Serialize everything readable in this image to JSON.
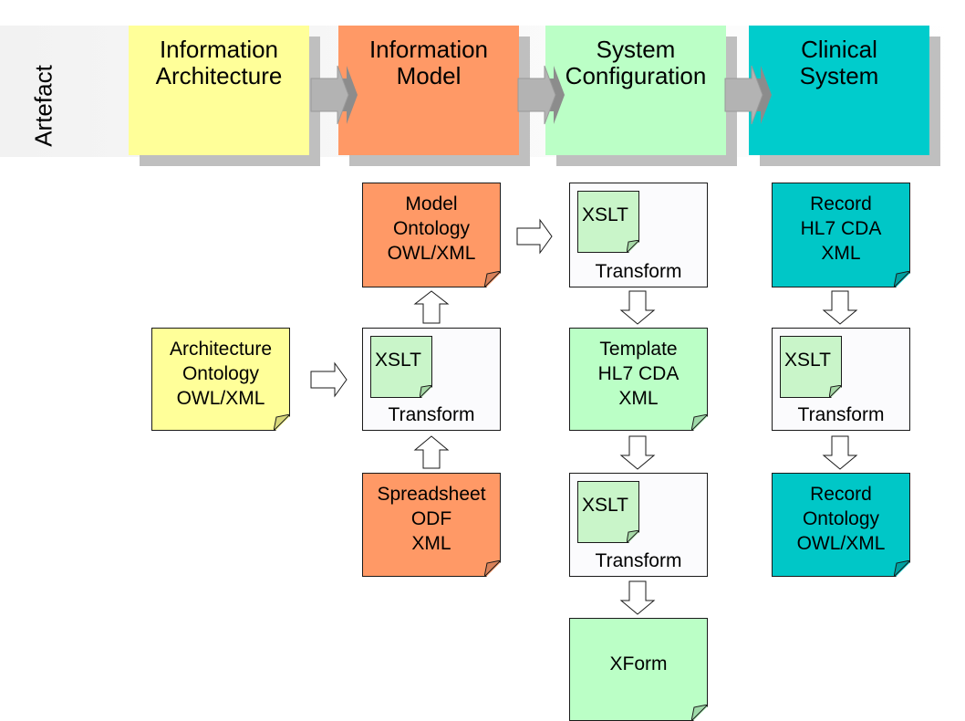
{
  "row_label": "Artefact",
  "phases": [
    {
      "line1": "Information",
      "line2": "Architecture",
      "color": "#ffff99"
    },
    {
      "line1": "Information",
      "line2": "Model",
      "color": "#ff9966"
    },
    {
      "line1": "System",
      "line2": "Configuration",
      "color": "#bbffc6"
    },
    {
      "line1": "Clinical",
      "line2": "System",
      "color": "#00cccc"
    }
  ],
  "colors": {
    "architecture": "#ffff99",
    "model": "#ff9966",
    "configuration": "#bbffc6",
    "clinical": "#00c7c7",
    "phase_arrow": "#b3b3b3",
    "shadow": "#bfbfbf"
  },
  "documents": {
    "architecture_ontology": {
      "lines": [
        "Architecture",
        "Ontology",
        "OWL/XML"
      ]
    },
    "model_ontology": {
      "lines": [
        "Model",
        "Ontology",
        "OWL/XML"
      ]
    },
    "spreadsheet": {
      "lines": [
        "Spreadsheet",
        "ODF",
        "XML"
      ]
    },
    "template": {
      "lines": [
        "Template",
        "HL7 CDA",
        "XML"
      ]
    },
    "xform": {
      "lines": [
        "XForm"
      ]
    },
    "record_cda": {
      "lines": [
        "Record",
        "HL7 CDA",
        "XML"
      ]
    },
    "record_ontology": {
      "lines": [
        "Record",
        "Ontology",
        "OWL/XML"
      ]
    }
  },
  "transforms": {
    "model_transform": {
      "xslt": "XSLT",
      "label": "Transform"
    },
    "config_transform_top": {
      "xslt": "XSLT",
      "label": "Transform"
    },
    "config_transform_bottom": {
      "xslt": "XSLT",
      "label": "Transform"
    },
    "clinical_transform": {
      "xslt": "XSLT",
      "label": "Transform"
    }
  }
}
